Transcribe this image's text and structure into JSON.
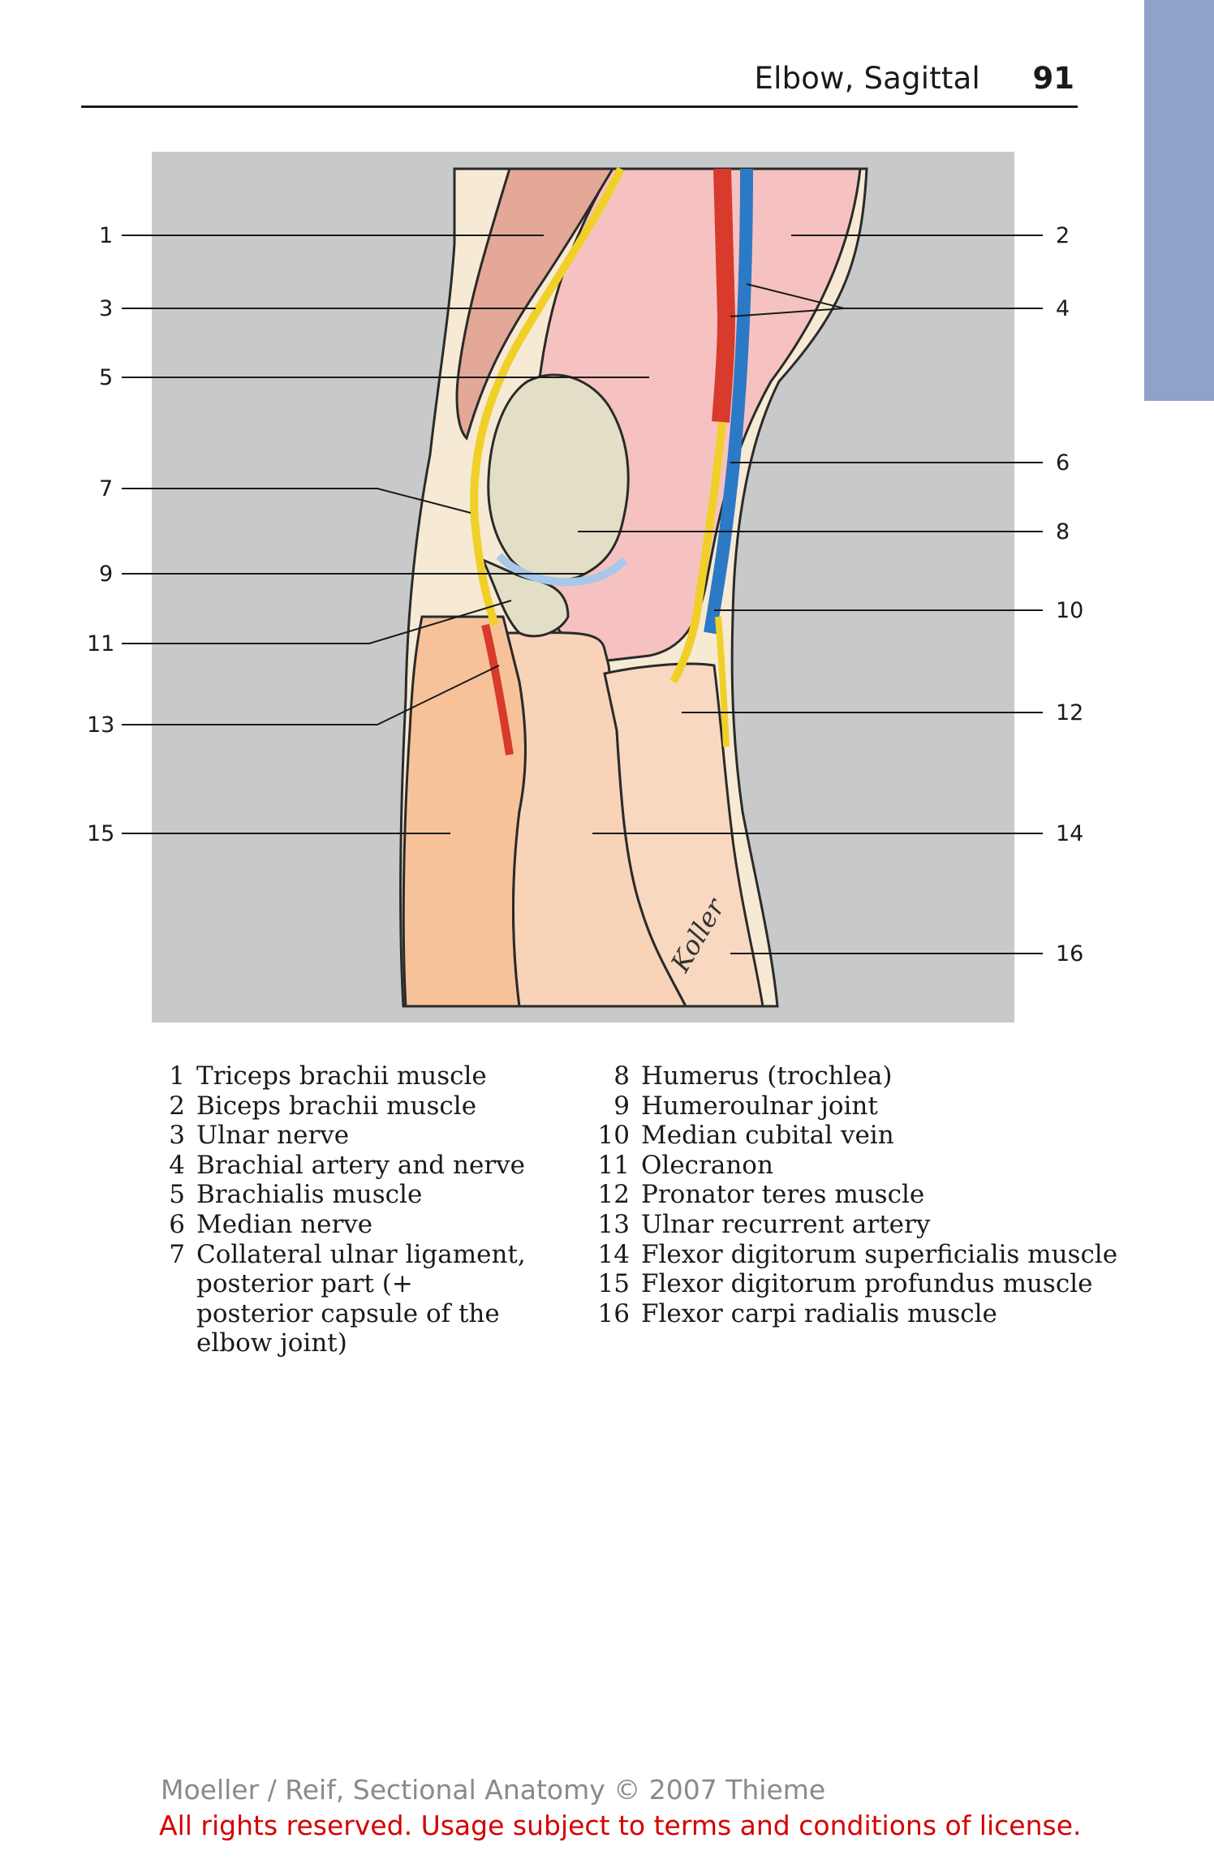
{
  "header": {
    "title": "Elbow, Sagittal",
    "page_number": "91"
  },
  "figure": {
    "signature": "Koller",
    "callouts": [
      "1",
      "2",
      "3",
      "4",
      "5",
      "6",
      "7",
      "8",
      "9",
      "10",
      "11",
      "12",
      "13",
      "14",
      "15",
      "16"
    ],
    "colors": {
      "background": "#c8c9cb",
      "muscle_pink": "#f6c2c1",
      "triceps": "#e3a898",
      "forearm_muscle": "#f8cfb0",
      "fascia": "#f6ead4",
      "bone": "#e3dfc6",
      "nerve": "#f0d028",
      "artery": "#d83a2c",
      "vein": "#2c79c6",
      "cartilage": "#a8c8e8"
    }
  },
  "legend": {
    "left": [
      {
        "num": "1",
        "text": "Triceps brachii muscle"
      },
      {
        "num": "2",
        "text": "Biceps brachii muscle"
      },
      {
        "num": "3",
        "text": "Ulnar nerve"
      },
      {
        "num": "4",
        "text": "Brachial artery and nerve"
      },
      {
        "num": "5",
        "text": "Brachialis muscle"
      },
      {
        "num": "6",
        "text": "Median nerve"
      },
      {
        "num": "7",
        "text": "Collateral ulnar ligament, posterior part (+ posterior capsule of the elbow joint)"
      }
    ],
    "right": [
      {
        "num": "8",
        "text": "Humerus (trochlea)"
      },
      {
        "num": "9",
        "text": "Humeroulnar joint"
      },
      {
        "num": "10",
        "text": "Median cubital vein"
      },
      {
        "num": "11",
        "text": "Olecranon"
      },
      {
        "num": "12",
        "text": "Pronator teres muscle"
      },
      {
        "num": "13",
        "text": "Ulnar recurrent artery"
      },
      {
        "num": "14",
        "text": "Flexor digitorum superficialis muscle"
      },
      {
        "num": "15",
        "text": "Flexor digitorum profundus muscle"
      },
      {
        "num": "16",
        "text": "Flexor carpi radialis muscle"
      }
    ]
  },
  "footer": {
    "line1": "Moeller / Reif, Sectional Anatomy © 2007 Thieme",
    "line2": "All rights reserved. Usage subject to terms and conditions of license."
  }
}
